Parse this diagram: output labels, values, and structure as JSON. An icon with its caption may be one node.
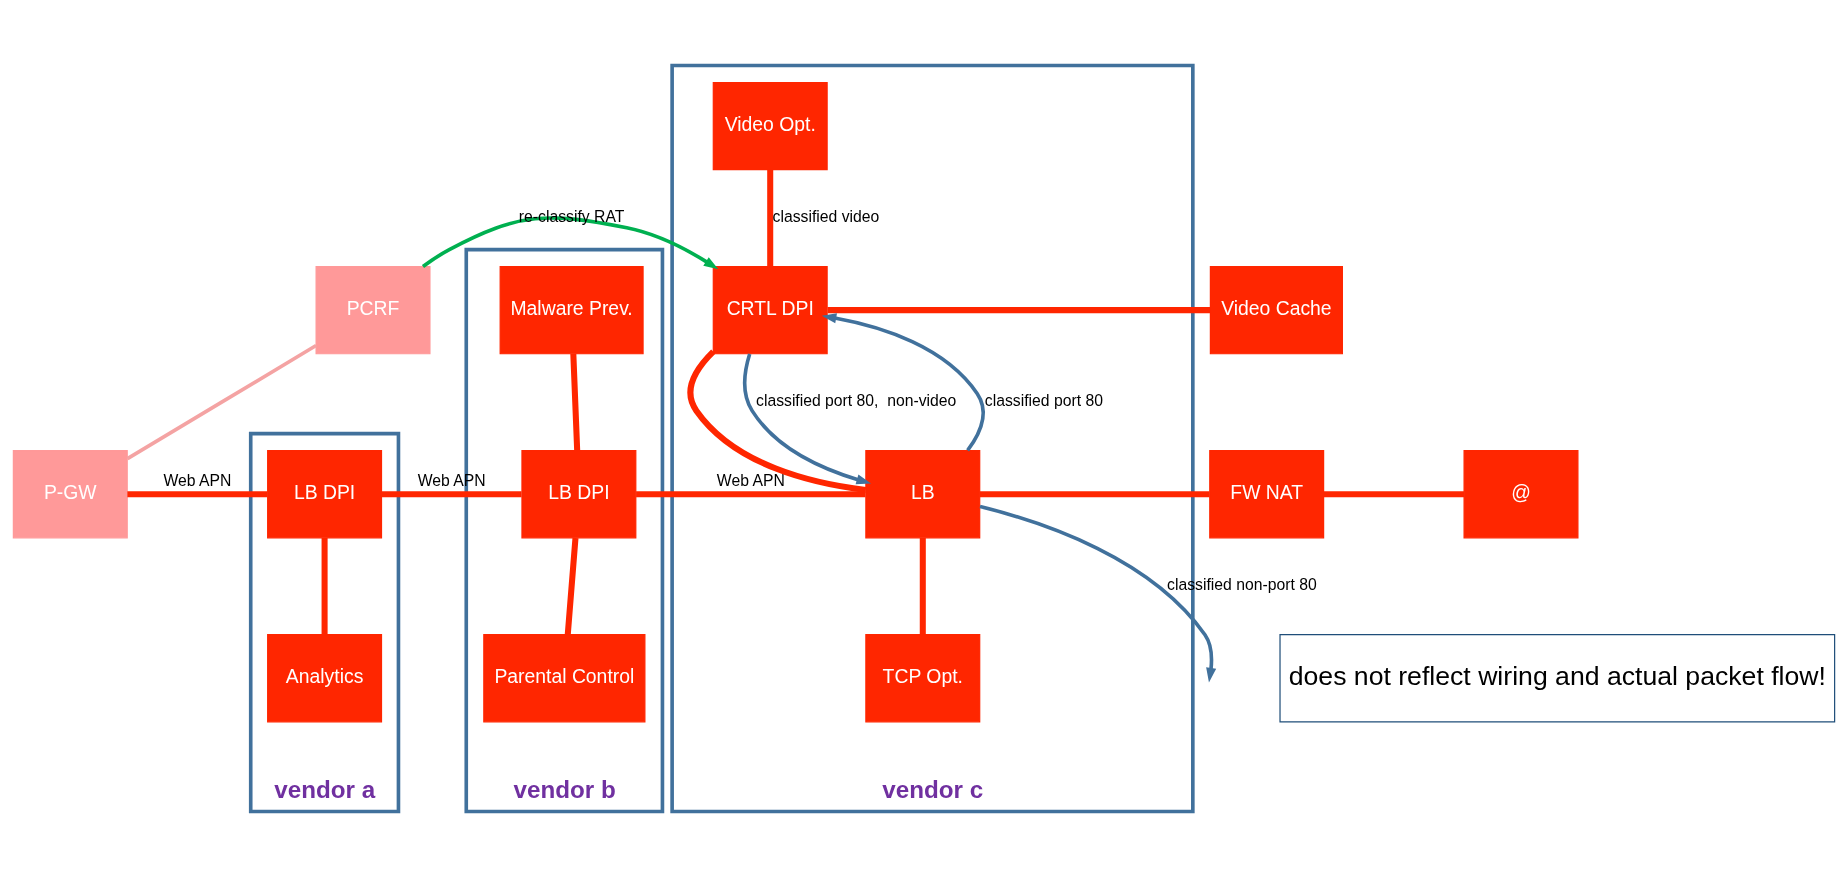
{
  "diagram": {
    "nodes": [
      {
        "text": [
          "PCRF"
        ]
      },
      {
        "text": [
          "P-GW"
        ]
      },
      {
        "text": [
          "vendor a"
        ]
      },
      {
        "text": [
          "LB DPI"
        ],
        "in": 2
      },
      {
        "text": [
          "Analytics"
        ],
        "in": 2
      },
      {
        "text": [
          "vendor b"
        ]
      },
      {
        "text": [
          "Malware Prev."
        ],
        "in": 5
      },
      {
        "text": [
          "LB DPI"
        ],
        "in": 5
      },
      {
        "text": [
          "Parental Control"
        ],
        "in": 5
      },
      {
        "text": [
          "vendor c"
        ]
      },
      {
        "text": [
          "Video Opt."
        ],
        "in": 9
      },
      {
        "text": [
          "CRTL DPI"
        ],
        "in": 9
      },
      {
        "text": [
          "LB"
        ],
        "in": 9
      },
      {
        "text": [
          "TCP Opt."
        ],
        "in": 9
      },
      {
        "text": [
          "Video Cache"
        ]
      },
      {
        "text": [
          "FW NAT"
        ]
      },
      {
        "text": [
          "@"
        ]
      },
      {
        "text": [
          "does not reflect wiring and actual packet flow!"
        ]
      }
    ],
    "edges": [
      {
        "from": 0,
        "to": 1,
        "arrow": "none",
        "color": "#f4a3a3"
      },
      {
        "from": 0,
        "to": 11,
        "arrow": "to",
        "label": "re-classify RAT",
        "color": "#00b050"
      },
      {
        "from": 1,
        "to": 3,
        "arrow": "none",
        "label": "Web APN"
      },
      {
        "from": 3,
        "to": 4,
        "arrow": "none"
      },
      {
        "from": 3,
        "to": 7,
        "arrow": "none",
        "label": "Web APN"
      },
      {
        "from": 6,
        "to": 7,
        "arrow": "none"
      },
      {
        "from": 7,
        "to": 8,
        "arrow": "none"
      },
      {
        "from": 7,
        "to": 12,
        "arrow": "none",
        "label": "Web APN"
      },
      {
        "from": 10,
        "to": 11,
        "arrow": "none",
        "label": "classified video"
      },
      {
        "from": 11,
        "to": 14,
        "arrow": "none"
      },
      {
        "from": 11,
        "to": 12,
        "arrow": "none"
      },
      {
        "from": 12,
        "to": 11,
        "arrow": "to",
        "label": "classified port 80",
        "color": "#41719c"
      },
      {
        "from": 11,
        "to": 12,
        "arrow": "to",
        "label": "classified port 80,  non-video",
        "color": "#41719c"
      },
      {
        "from": 12,
        "to": null,
        "arrow": "to",
        "label": "classified non-port 80",
        "color": "#41719c"
      },
      {
        "from": 12,
        "to": 13,
        "arrow": "none"
      },
      {
        "from": 12,
        "to": 15,
        "arrow": "none"
      },
      {
        "from": 15,
        "to": 16,
        "arrow": "none"
      }
    ]
  }
}
